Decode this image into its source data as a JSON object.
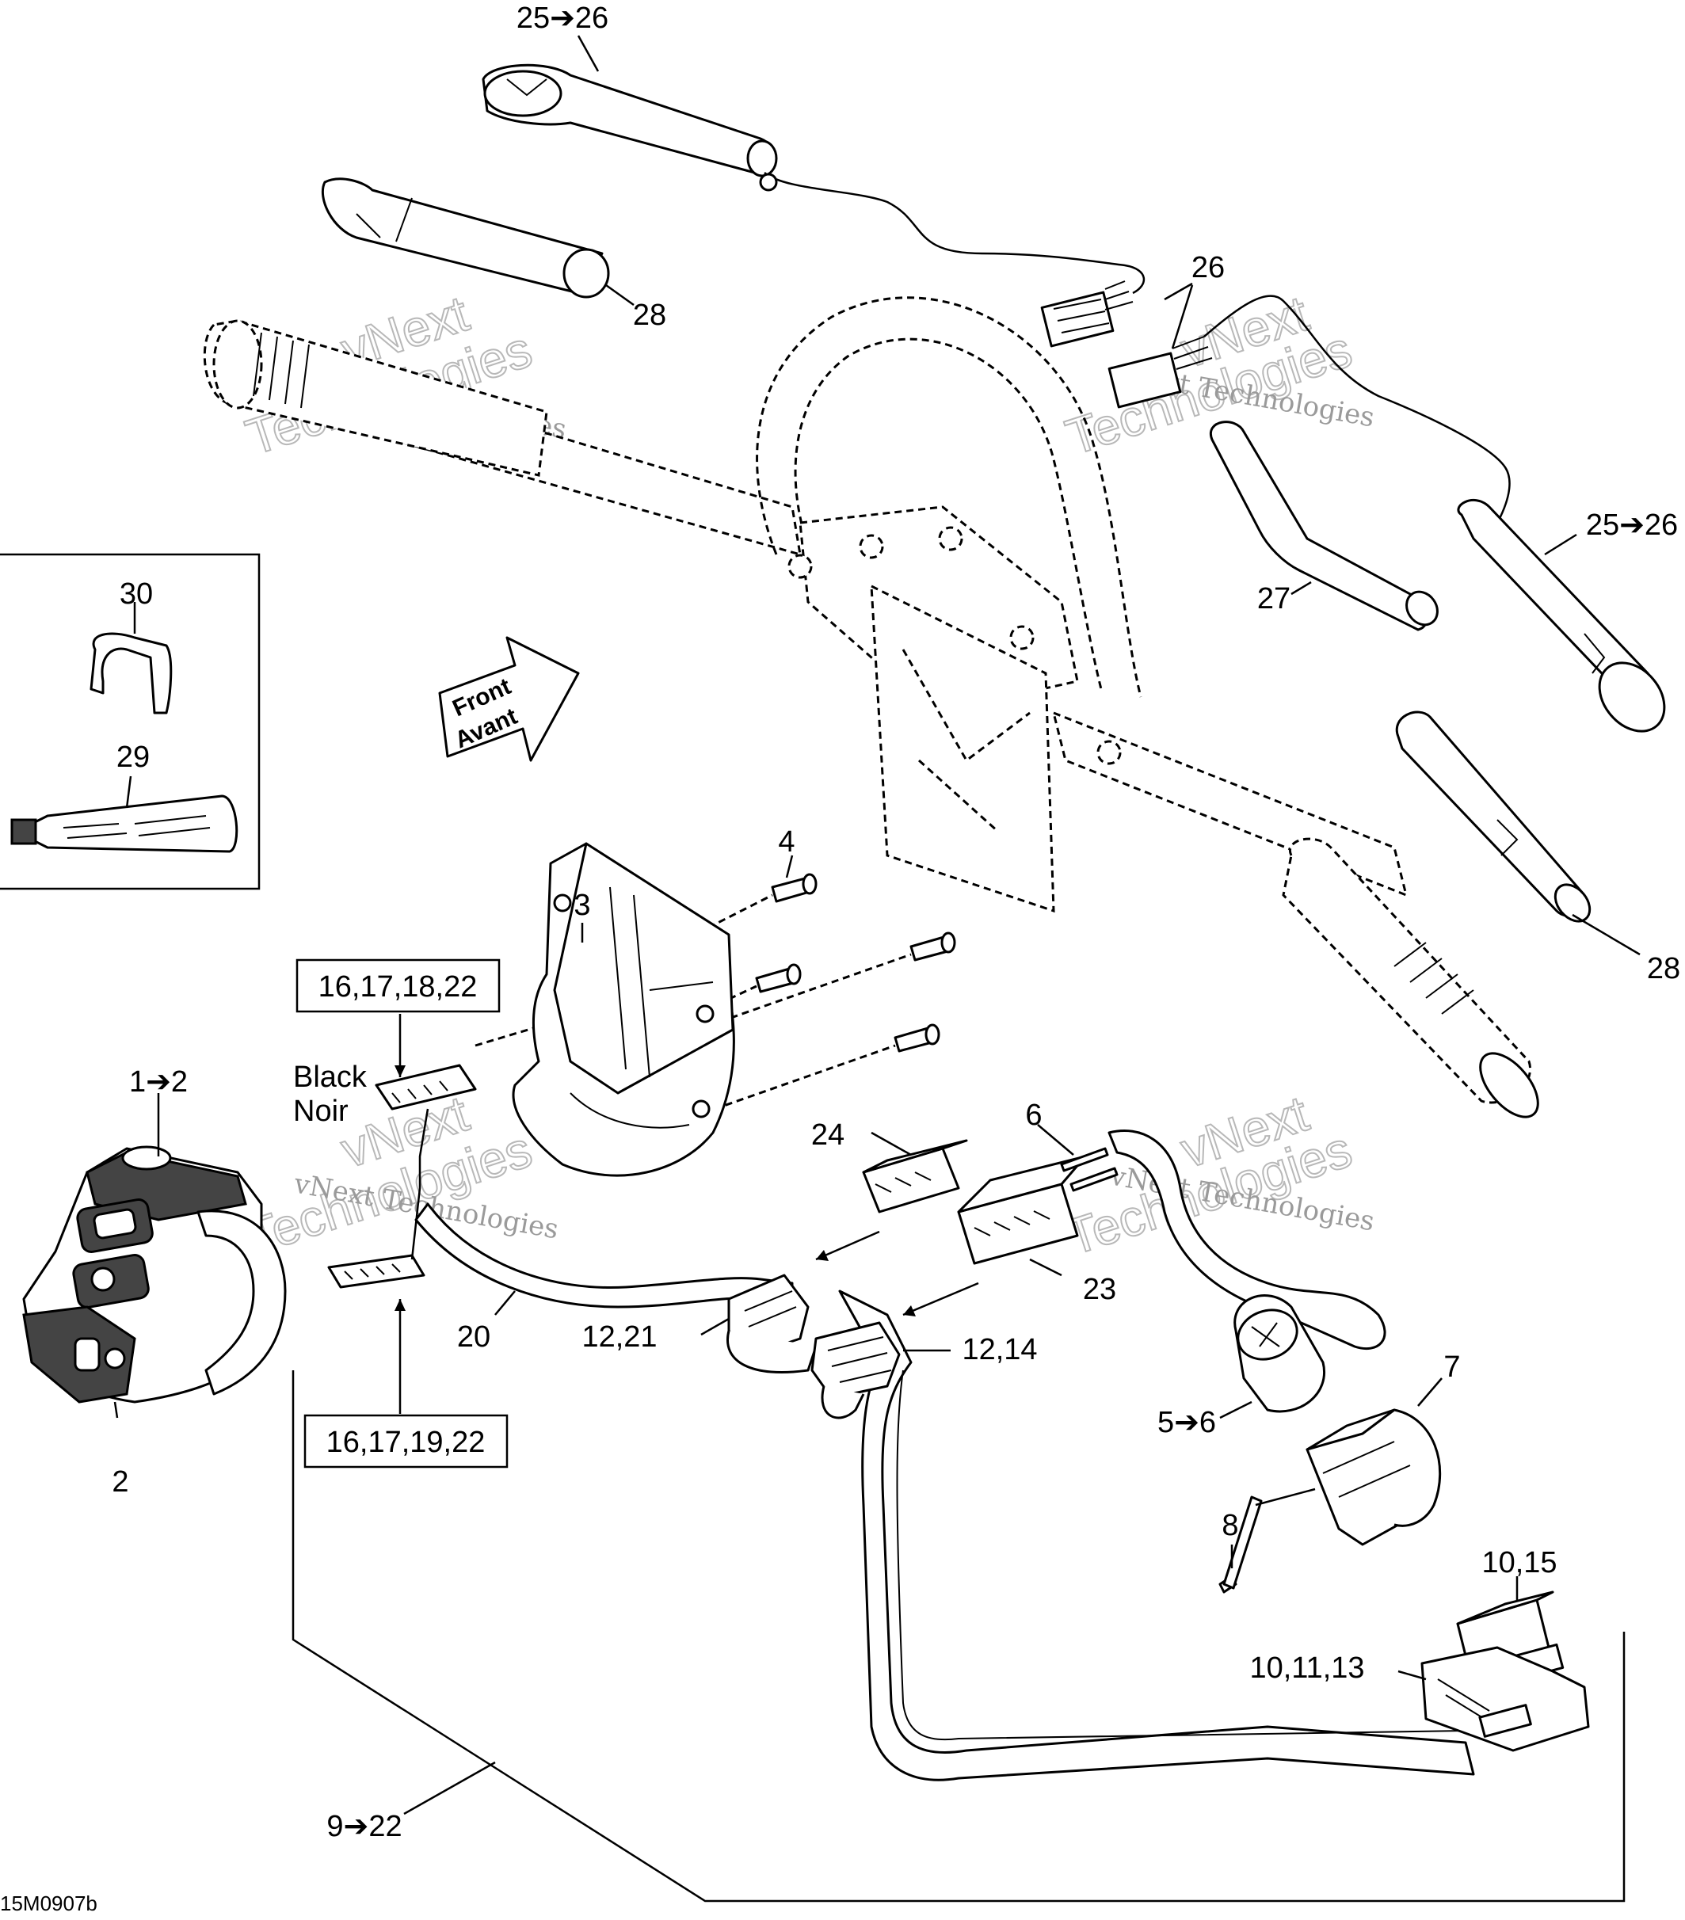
{
  "labels": {
    "l25_26_top": "25➔26",
    "l28_top": "28",
    "l26": "26",
    "l25_26_right": "25➔26",
    "l27": "27",
    "l30": "30",
    "l29": "29",
    "l4": "4",
    "l3": "3",
    "l28_right": "28",
    "l1_2": "1➔2",
    "l2": "2",
    "l24": "24",
    "l6": "6",
    "l23": "23",
    "l20": "20",
    "l12_21": "12,21",
    "l12_14": "12,14",
    "l7": "7",
    "l5_6": "5➔6",
    "l8": "8",
    "l10_15": "10,15",
    "l10_11_13": "10,11,13",
    "l9_22": "9➔22"
  },
  "boxes": {
    "top": "16,17,18,22",
    "bottom": "16,17,19,22"
  },
  "connector_color": {
    "en": "Black",
    "fr": "Noir"
  },
  "front_arrow": {
    "en": "Front",
    "fr": "Avant"
  },
  "watermark": {
    "text": "vNext Technologies",
    "big_line1": "vNext",
    "big_line2": "Technologies"
  },
  "figure_code": "15M0907b"
}
